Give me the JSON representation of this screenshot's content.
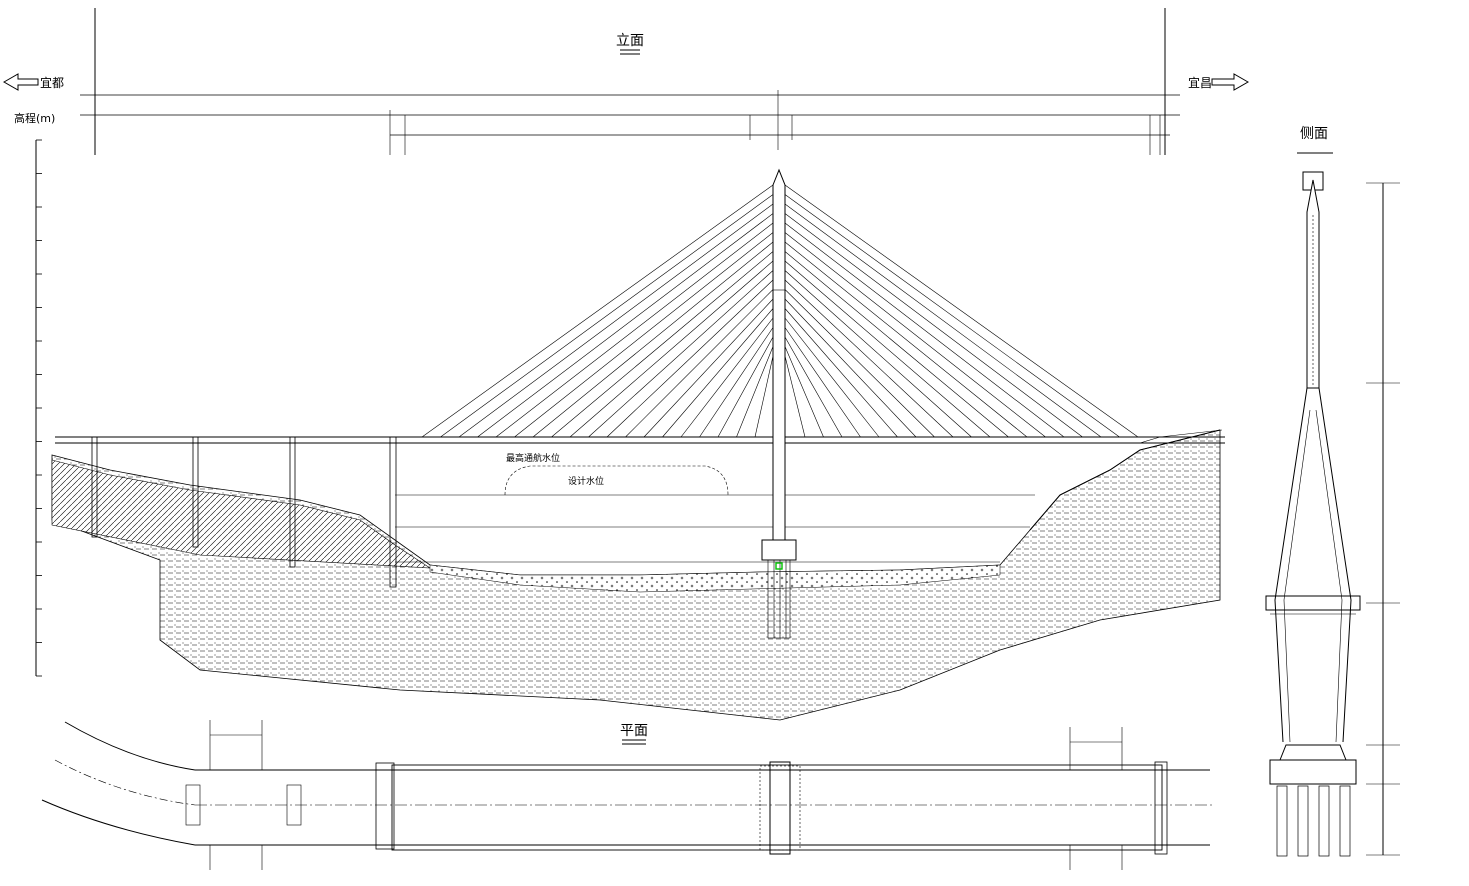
{
  "views": {
    "elevation": {
      "title": "立面"
    },
    "side": {
      "title": "侧面"
    },
    "plan": {
      "title": "平面"
    }
  },
  "directions": {
    "left": "宜都",
    "right": "宜昌"
  },
  "elevation_axis": {
    "label": "高程(m)"
  },
  "levels": {
    "water_high": "最高通航水位",
    "water_design": "设计水位"
  },
  "colors": {
    "ink": "#000000",
    "paper": "#ffffff",
    "marker": "#00c000"
  }
}
